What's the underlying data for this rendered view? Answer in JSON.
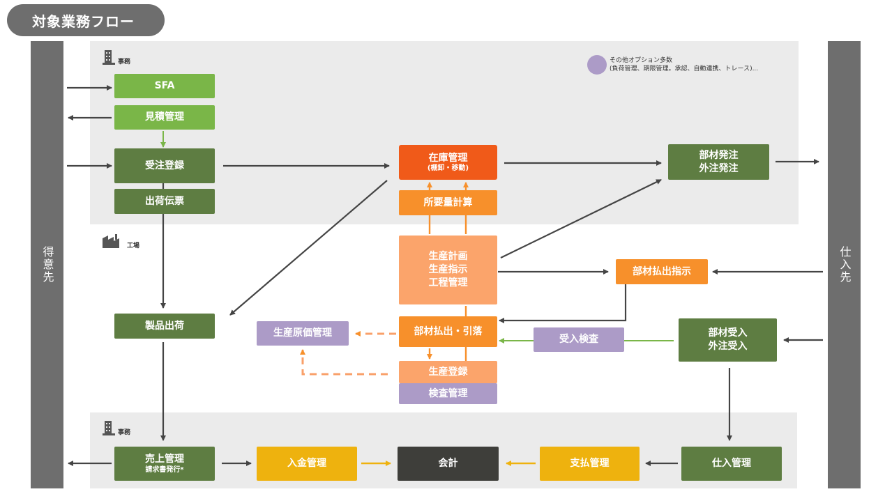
{
  "title": "対象業務フロー",
  "side": {
    "left": "得意先",
    "right": "仕入先"
  },
  "sections": {
    "office_top": "事務",
    "factory": "工場",
    "office_bottom": "事務"
  },
  "legend": {
    "line1": "その他オプション多数",
    "line2": "(負荷管理、期限管理。承認、自動連携、トレース)..."
  },
  "nodes": {
    "sfa": "SFA",
    "mitsumori": "見積管理",
    "juchu": "受注登録",
    "shukka_denpyo": "出荷伝票",
    "seihin_shukka": "製品出荷",
    "uriage": "売上管理",
    "uriage_sub": "請求書発行*",
    "nyukin": "入金管理",
    "kaikei": "会計",
    "shiharai": "支払管理",
    "shiire": "仕入管理",
    "zaiko": "在庫管理",
    "zaiko_sub": "(棚卸・移動)",
    "shoyoryo": "所要量計算",
    "seisan_keikaku_1": "生産計画",
    "seisan_keikaku_2": "生産指示",
    "seisan_keikaku_3": "工程管理",
    "buzai_haraidashi": "部材払出・引落",
    "seisan_toroku": "生産登録",
    "kensa": "検査管理",
    "genka": "生産原価管理",
    "ukeire_kensa": "受入検査",
    "buzai_hatchu_1": "部材発注",
    "buzai_hatchu_2": "外注発注",
    "buzai_shiji": "部材払出指示",
    "buzai_ukeire_1": "部材受入",
    "buzai_ukeire_2": "外注受入"
  },
  "colors": {
    "light_green": "#7ab648",
    "dark_green": "#5e7d42",
    "red_orange": "#f05a19",
    "orange": "#f7902b",
    "peach": "#fba46b",
    "purple": "#ac9bc7",
    "yellow": "#eeb20e",
    "black": "#3e3e3a",
    "arrow": "#444444"
  }
}
